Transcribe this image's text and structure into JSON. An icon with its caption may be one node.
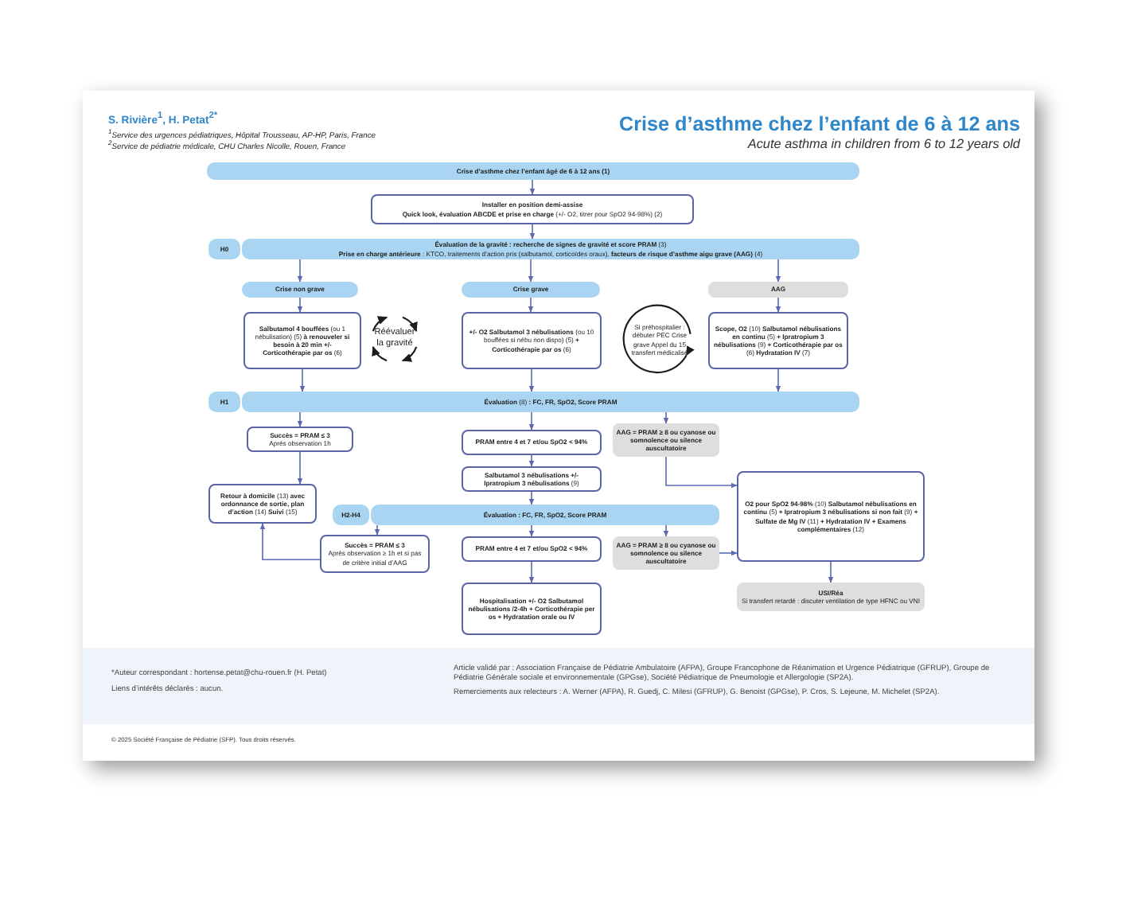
{
  "diagram": {
    "title": "Crise d’asthme chez l’enfant de 6 à 12 ans",
    "nodes": [
      {
        "text": [
          "Crise d’asthme chez l’enfant âgé de 6 à 12 ans (1)"
        ]
      },
      {
        "text": [
          "Installer en position demi-assise",
          "**Quick look, évaluation ABCDE et prise en charge** (+/- O2, titrer pour SpO2 94-98%) (2)"
        ]
      },
      {
        "text": [
          "H0"
        ]
      },
      {
        "text": [
          "**Évaluation de la gravité : recherche de signes de gravité et score PRAM** (3)",
          "**Prise en charge antérieure** : KTCO, traitements d’action pris (salbutamol, corticoïdes oraux), **facteurs de risque d’asthme aigu grave (AAG)** (4)"
        ]
      },
      {
        "text": [
          "Crise non grave"
        ]
      },
      {
        "text": [
          "Crise grave"
        ]
      },
      {
        "text": [
          "AAG"
        ]
      },
      {
        "text": [
          "**Salbutamol 4 bouffées** (ou 1 nébulisation) (5) **à renouveler si besoin à 20 min +/- Corticothérapie par os** (6)"
        ]
      },
      {
        "text": [
          "Réévaluer la gravité"
        ]
      },
      {
        "text": [
          "**+/- O2 Salbutamol 3 nébulisations** (ou 10 bouffées si nébu non dispo) (5) **+ Corticothérapie par os** (6)"
        ]
      },
      {
        "text": [
          "Si préhospitalier : débuter PEC Crise grave Appel du 15 transfert médicalisé"
        ]
      },
      {
        "text": [
          "**Scope, O2** (10) **Salbutamol nébulisations en continu** (5) **+ Ipratropium 3 nébulisations** (9) **+ Corticothérapie par os** (6) **Hydratation IV** (7)"
        ]
      },
      {
        "text": [
          "H1"
        ]
      },
      {
        "text": [
          "**Évaluation** (8) **: FC, FR, SpO2, Score PRAM**"
        ]
      },
      {
        "text": [
          "Succès = PRAM ≤ 3",
          "Après observation 1h"
        ]
      },
      {
        "text": [
          "PRAM entre 4 et 7 et/ou SpO2 < 94%"
        ]
      },
      {
        "text": [
          "AAG = PRAM ≥ 8 ou cyanose ou somnolence ou silence auscultatoire"
        ]
      },
      {
        "text": [
          "**Salbutamol 3 nébulisations +/- Ipratropium 3 nébulisations** (9)"
        ]
      },
      {
        "text": [
          "**Retour à domicile** (13) **avec ordonnance de sortie, plan d’action** (14) **Suivi** (15)"
        ]
      },
      {
        "text": [
          "H2-H4"
        ]
      },
      {
        "text": [
          "Évaluation : FC, FR, SpO2, Score PRAM"
        ]
      },
      {
        "text": [
          "Succès = PRAM ≤ 3",
          "Après observation ≥ 1h et si pas de critère initial d’AAG"
        ]
      },
      {
        "text": [
          "PRAM entre 4 et 7 et/ou SpO2 < 94%"
        ]
      },
      {
        "text": [
          "AAG = PRAM ≥ 8 ou cyanose ou somnolence ou silence auscultatoire"
        ]
      },
      {
        "text": [
          "**O2 pour SpO2 94-98%** (10) **Salbutamol nébulisations en continu** (5) **+ Ipratropium 3 nébulisations si non fait** (9) **+ Sulfate de Mg IV** (11) **+ Hydratation IV + Examens complémentaires** (12)"
        ]
      },
      {
        "text": [
          "USI/Réa",
          "Si transfert retardé : discuter ventilation de type HFNC ou VNI"
        ]
      },
      {
        "text": [
          "Hospitalisation +/- O2 Salbutamol nébulisations /2-4h + Corticothérapie per os + Hydratation orale ou IV"
        ]
      }
    ],
    "edges": [
      {
        "from": 0,
        "to": 1,
        "arrow": "to"
      },
      {
        "from": 1,
        "to": 3,
        "arrow": "to"
      },
      {
        "from": 3,
        "to": 4,
        "arrow": "to"
      },
      {
        "from": 3,
        "to": 5,
        "arrow": "to"
      },
      {
        "from": 3,
        "to": 6,
        "arrow": "to"
      },
      {
        "from": 4,
        "to": 7,
        "arrow": "to"
      },
      {
        "from": 5,
        "to": 9,
        "arrow": "to"
      },
      {
        "from": 6,
        "to": 11,
        "arrow": "to"
      },
      {
        "from": 7,
        "to": 13,
        "arrow": "to"
      },
      {
        "from": 9,
        "to": 13,
        "arrow": "to"
      },
      {
        "from": 11,
        "to": 13,
        "arrow": "to"
      },
      {
        "from": 13,
        "to": 14,
        "arrow": "to"
      },
      {
        "from": 13,
        "to": 15,
        "arrow": "to"
      },
      {
        "from": 13,
        "to": 16,
        "arrow": "to"
      },
      {
        "from": 14,
        "to": 18,
        "arrow": "to"
      },
      {
        "from": 15,
        "to": 17,
        "arrow": "to"
      },
      {
        "from": 17,
        "to": 20,
        "arrow": "to"
      },
      {
        "from": 16,
        "to": 24,
        "arrow": "to"
      },
      {
        "from": 20,
        "to": 21,
        "arrow": "to"
      },
      {
        "from": 20,
        "to": 22,
        "arrow": "to"
      },
      {
        "from": 20,
        "to": 23,
        "arrow": "to"
      },
      {
        "from": 21,
        "to": 18,
        "arrow": "to"
      },
      {
        "from": 22,
        "to": 26,
        "arrow": "to"
      },
      {
        "from": 23,
        "to": 24,
        "arrow": "to"
      },
      {
        "from": 24,
        "to": 25,
        "arrow": "to"
      }
    ],
    "labels": [
      "S. Rivière$^{1}$, H. Petat$^{2*}$",
      "$^{1}$Service des urgences pédiatriques, Hôpital Trousseau, AP-HP, Paris, France",
      "$^{2}$Service de pédiatrie médicale, CHU Charles Nicolle, Rouen, France",
      "Acute asthma in children from 6 to 12 years old",
      "*Auteur correspondant : hortense.petat@chu-rouen.fr (H. Petat)",
      "Liens d’intérêts déclarés : aucun.",
      "Article validé par : Association Française de Pédiatrie Ambulatoire (AFPA), Groupe Francophone de Réanimation et Urgence Pédiatrique (GFRUP), Groupe de Pédiatrie Générale sociale et environnementale (GPGse), Société Pédiatrique de Pneumologie et Allergologie (SP2A).",
      "Remerciements aux relecteurs : A. Werner (AFPA), R. Guedj, C. Milesi (GFRUP), G. Benoist (GPGse), P. Cros, S. Lejeune, M. Michelet (SP2A).",
      "© 2025 Société Française de Pédiatrie (SFP). Tous droits réservés."
    ]
  }
}
